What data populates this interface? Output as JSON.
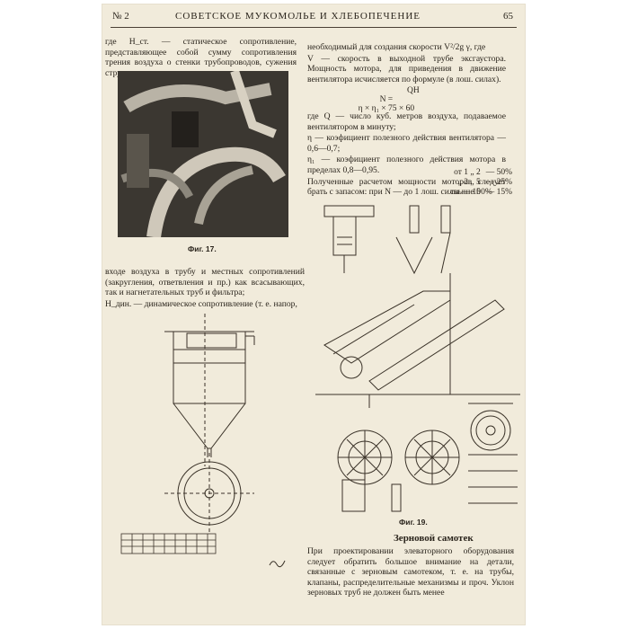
{
  "header": {
    "issue": "№ 2",
    "title": "СОВЕТСКОЕ МУКОМОЛЬЕ И ХЛЕБОПЕЧЕНИЕ",
    "page": "65"
  },
  "left_top": [
    "где H_ст. — статическое сопротивление, представляющее собой сумму сопротивления трения воздуха о стенки трубопроводов, сужения струи при"
  ],
  "left_mid": [
    "входе воздуха в трубу и местных сопротивлений (закругления, ответвления и пр.) как всасывающих, так и нагнетательных труб и фильтра;",
    "H_дин. — динамическое сопротивление (т. е. напор,"
  ],
  "right_top": [
    "необходимый для создания скорости V²/2g γ, где",
    "V — скорость в выходной трубе эксгаустора. Мощность мотора, для приведения в движение вентилятора исчисляется по формуле (в лош. силах)."
  ],
  "formula": {
    "numerator": "QH",
    "lhs": "N =",
    "denominator": "η × η₁ × 75 × 60"
  },
  "right_after_formula": [
    "где Q — число куб. метров воздуха, подаваемое вентилятором в минуту;",
    "η — коэфициент полезного действия вентилятора — 0,6—0,7;",
    "η₁ — коэфициент полезного действия мотора в пределах 0,8—0,95.",
    "Полученные расчетом мощности моторов следует брать с запасом: при N — до 1 лош. силы — 100%"
  ],
  "percent_rows": [
    {
      "label": "от 1 „ 2",
      "value": "— 50%"
    },
    {
      "label": "„ 2 „ 5",
      "value": "— 25%"
    },
    {
      "label": "свыше 5",
      "value": "— 15%"
    }
  ],
  "captions": {
    "fig17": "Фиг. 17.",
    "fig19": "Фиг. 19."
  },
  "section": {
    "title": "Зерновой самотек"
  },
  "bottom_text": [
    "При проектировании элеваторного оборудования следует обратить большое внимание на детали, связанные с зерновым самотеком, т. е. на трубы, клапаны, распределительные механизмы и проч. Уклон зерновых труб не должен быть менее"
  ]
}
